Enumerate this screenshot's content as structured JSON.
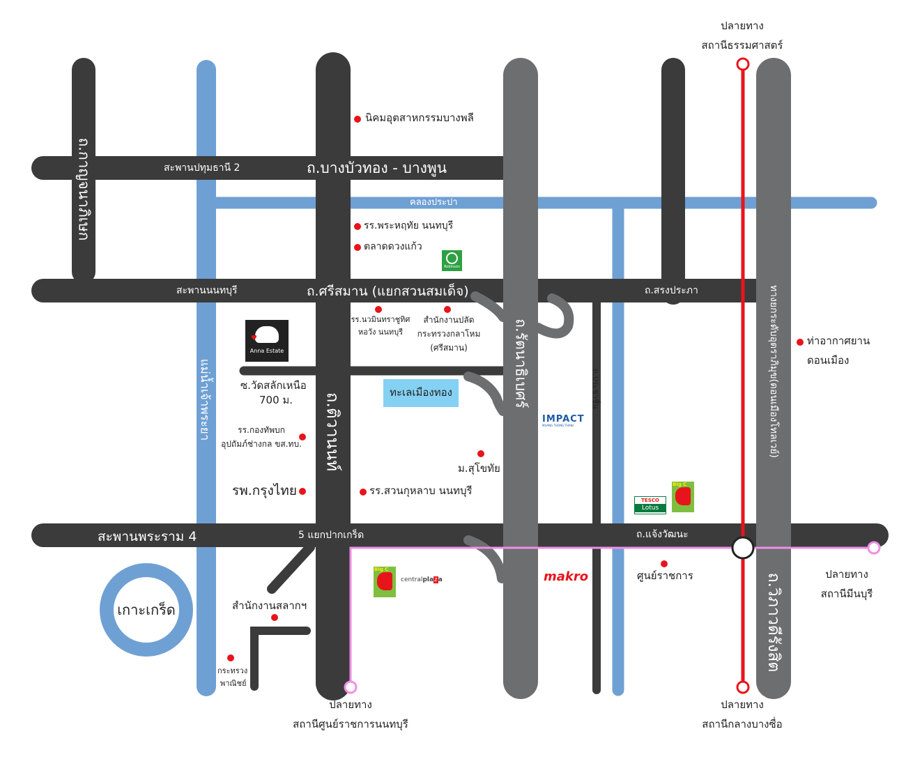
{
  "colors": {
    "road": "#3b3b3b",
    "road_gray": "#6d6e70",
    "water": "#6fa0d4",
    "red_line": "#e8141b",
    "pink_line": "#ef8ee6",
    "lake": "#84d1f3",
    "poi_dot": "#e8141b"
  },
  "roads": {
    "bangbuathong": "ถ.บางบัวทอง - บางพูน",
    "pathum_bridge": "สะพานปทุมธานี 2",
    "srisaman": "ถ.ศรีสมาน (แยกสวนสมเด็จ)",
    "nonthaburi_bridge": "สะพานนนทบุรี",
    "songprapa": "ถ.สรงประภา",
    "rama4_bridge": "สะพานพระราม 4",
    "pakkret_junction": "5 แยกปากเกร็ด",
    "chaengwattana": "ถ.แจ้งวัฒนะ",
    "kanchanaphisek": "ถ.กาญจนาภิเษก",
    "rattanathibet": "ถ.รัตนาธิเบศร์",
    "tiwanon": "ถ.ติวานนท์",
    "prachachuen": "ถ.ประชาชื่น",
    "vibhavadi": "ถ.วิภาวดีรังสิต",
    "highway": "ทางยกระดับอุตราภิมุข(ดอนเมืองโทลเวย์)",
    "soi_watsalak": "ซ.วัดสลักเหนือ",
    "soi_distance": "700 ม."
  },
  "water": {
    "canal": "คลองประปา",
    "river": "แม่น้ำเจ้าพระยา",
    "lake": "ทะเลเมืองทอง",
    "island": "เกาะเกร็ด"
  },
  "pois": {
    "bangphli": "นิคมอุตสาหกรรมบางพลี",
    "phrahruthai": "รร.พระหฤทัย นนทบุรี",
    "duangkaew": "ตลาดดวงแก้ว",
    "nawamin_1": "รร.นวมินทราชูทิศ",
    "nawamin_2": "หอวัง นนทบุรี",
    "office_1": "สำนักงานปลัด",
    "office_2": "กระทรวงกลาโหม",
    "office_3": "(ศรีสมาน)",
    "airport_1": "ท่าอากาศยาน",
    "airport_2": "ดอนเมือง",
    "school_army_1": "รร.กองทัพบก",
    "school_army_2": "อุปถัมภ์ช่างกล ขส.ทบ.",
    "stou": "ม.สุโขทัย",
    "krungthai": "รพ.กรุงไทย",
    "suankularb": "รร.สวนกุหลาบ นนทบุรี",
    "govcenter": "ศูนย์ราชการ",
    "lottery": "สำนักงานสลากฯ",
    "commerce_1": "กระทรวง",
    "commerce_2": "พาณิชย์"
  },
  "stations": {
    "prefix": "ปลายทาง",
    "thammasat": "สถานีธรรมศาสตร์",
    "minburi": "สถานีมีนบุรี",
    "bangsue": "สถานีกลางบางซื่อ",
    "govcenter_nonthaburi": "สถานีศูนย์ราชการนนทบุรี"
  },
  "logos": {
    "anna_estate": "Anna Estate",
    "impact": "IMPACT",
    "impact_sub": "MUANG THONG THANI",
    "makro": "makro",
    "tesco": "TESCO",
    "lotus": "Lotus",
    "bigc": "Big C",
    "central_a": "central",
    "central_b": "pla",
    "central_c": "z",
    "central_d": "a",
    "robinson": "Robinson"
  }
}
